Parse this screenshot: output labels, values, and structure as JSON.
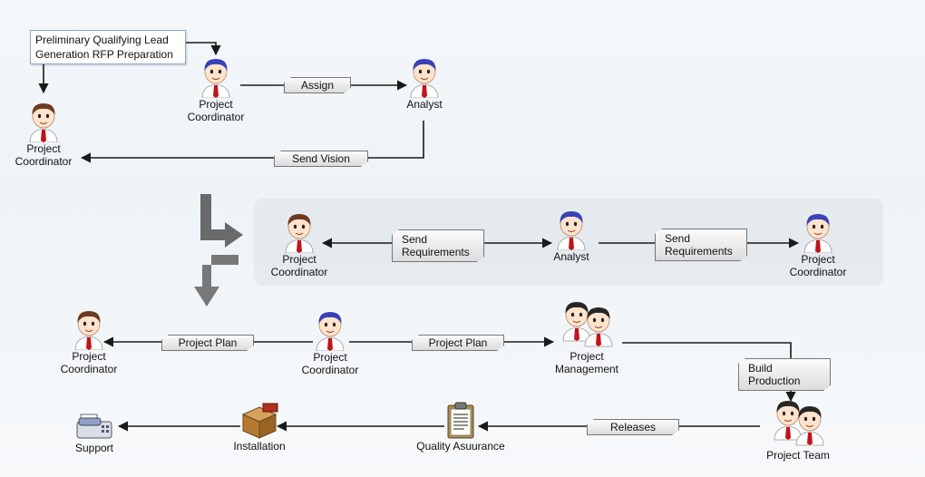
{
  "info_box": {
    "lines": [
      "Preliminary Qualifying Lead",
      "Generation RFP Preparation"
    ]
  },
  "nodes": {
    "pc_top": {
      "lines": [
        "Project",
        "Coordinator"
      ]
    },
    "analyst_top": {
      "lines": [
        "Analyst"
      ]
    },
    "pc_left": {
      "lines": [
        "Project",
        "Coordinator"
      ]
    },
    "pc_mid1": {
      "lines": [
        "Project",
        "Coordinator"
      ]
    },
    "analyst_mid": {
      "lines": [
        "Analyst"
      ]
    },
    "pc_mid2": {
      "lines": [
        "Project",
        "Coordinator"
      ]
    },
    "pc_row3_left": {
      "lines": [
        "Project",
        "Coordinator"
      ]
    },
    "pc_row3_mid": {
      "lines": [
        "Project",
        "Coordinator"
      ]
    },
    "project_management": {
      "lines": [
        "Project",
        "Management"
      ]
    },
    "project_team": {
      "lines": [
        "Project Team"
      ]
    },
    "quality_assurance": {
      "lines": [
        "Quality Asuurance"
      ]
    },
    "installation": {
      "lines": [
        "Installation"
      ]
    },
    "support": {
      "lines": [
        "Support"
      ]
    }
  },
  "tags": {
    "assign": {
      "lines": [
        "Assign"
      ]
    },
    "send_vision": {
      "lines": [
        "Send Vision"
      ]
    },
    "send_req_1": {
      "lines": [
        "Send",
        "Requirements"
      ]
    },
    "send_req_2": {
      "lines": [
        "Send",
        "Requirements"
      ]
    },
    "project_plan_left": {
      "lines": [
        "Project Plan"
      ]
    },
    "project_plan_right": {
      "lines": [
        "Project Plan"
      ]
    },
    "build_production": {
      "lines": [
        "Build",
        "Production"
      ]
    },
    "releases": {
      "lines": [
        "Releases"
      ]
    }
  },
  "colors": {
    "hair_blue": "#3a41b8",
    "hair_brown": "#6e3a22",
    "hair_black": "#262626",
    "skin": "#ffe3cc",
    "tie": "#c0141b",
    "line": "#1a1a1a",
    "flow_arrow": "#6a6a6a"
  },
  "icons": {
    "person": "person-icon",
    "team": "team-icon",
    "clipboard": "clipboard-icon",
    "box": "box-icon",
    "fax": "fax-icon"
  }
}
